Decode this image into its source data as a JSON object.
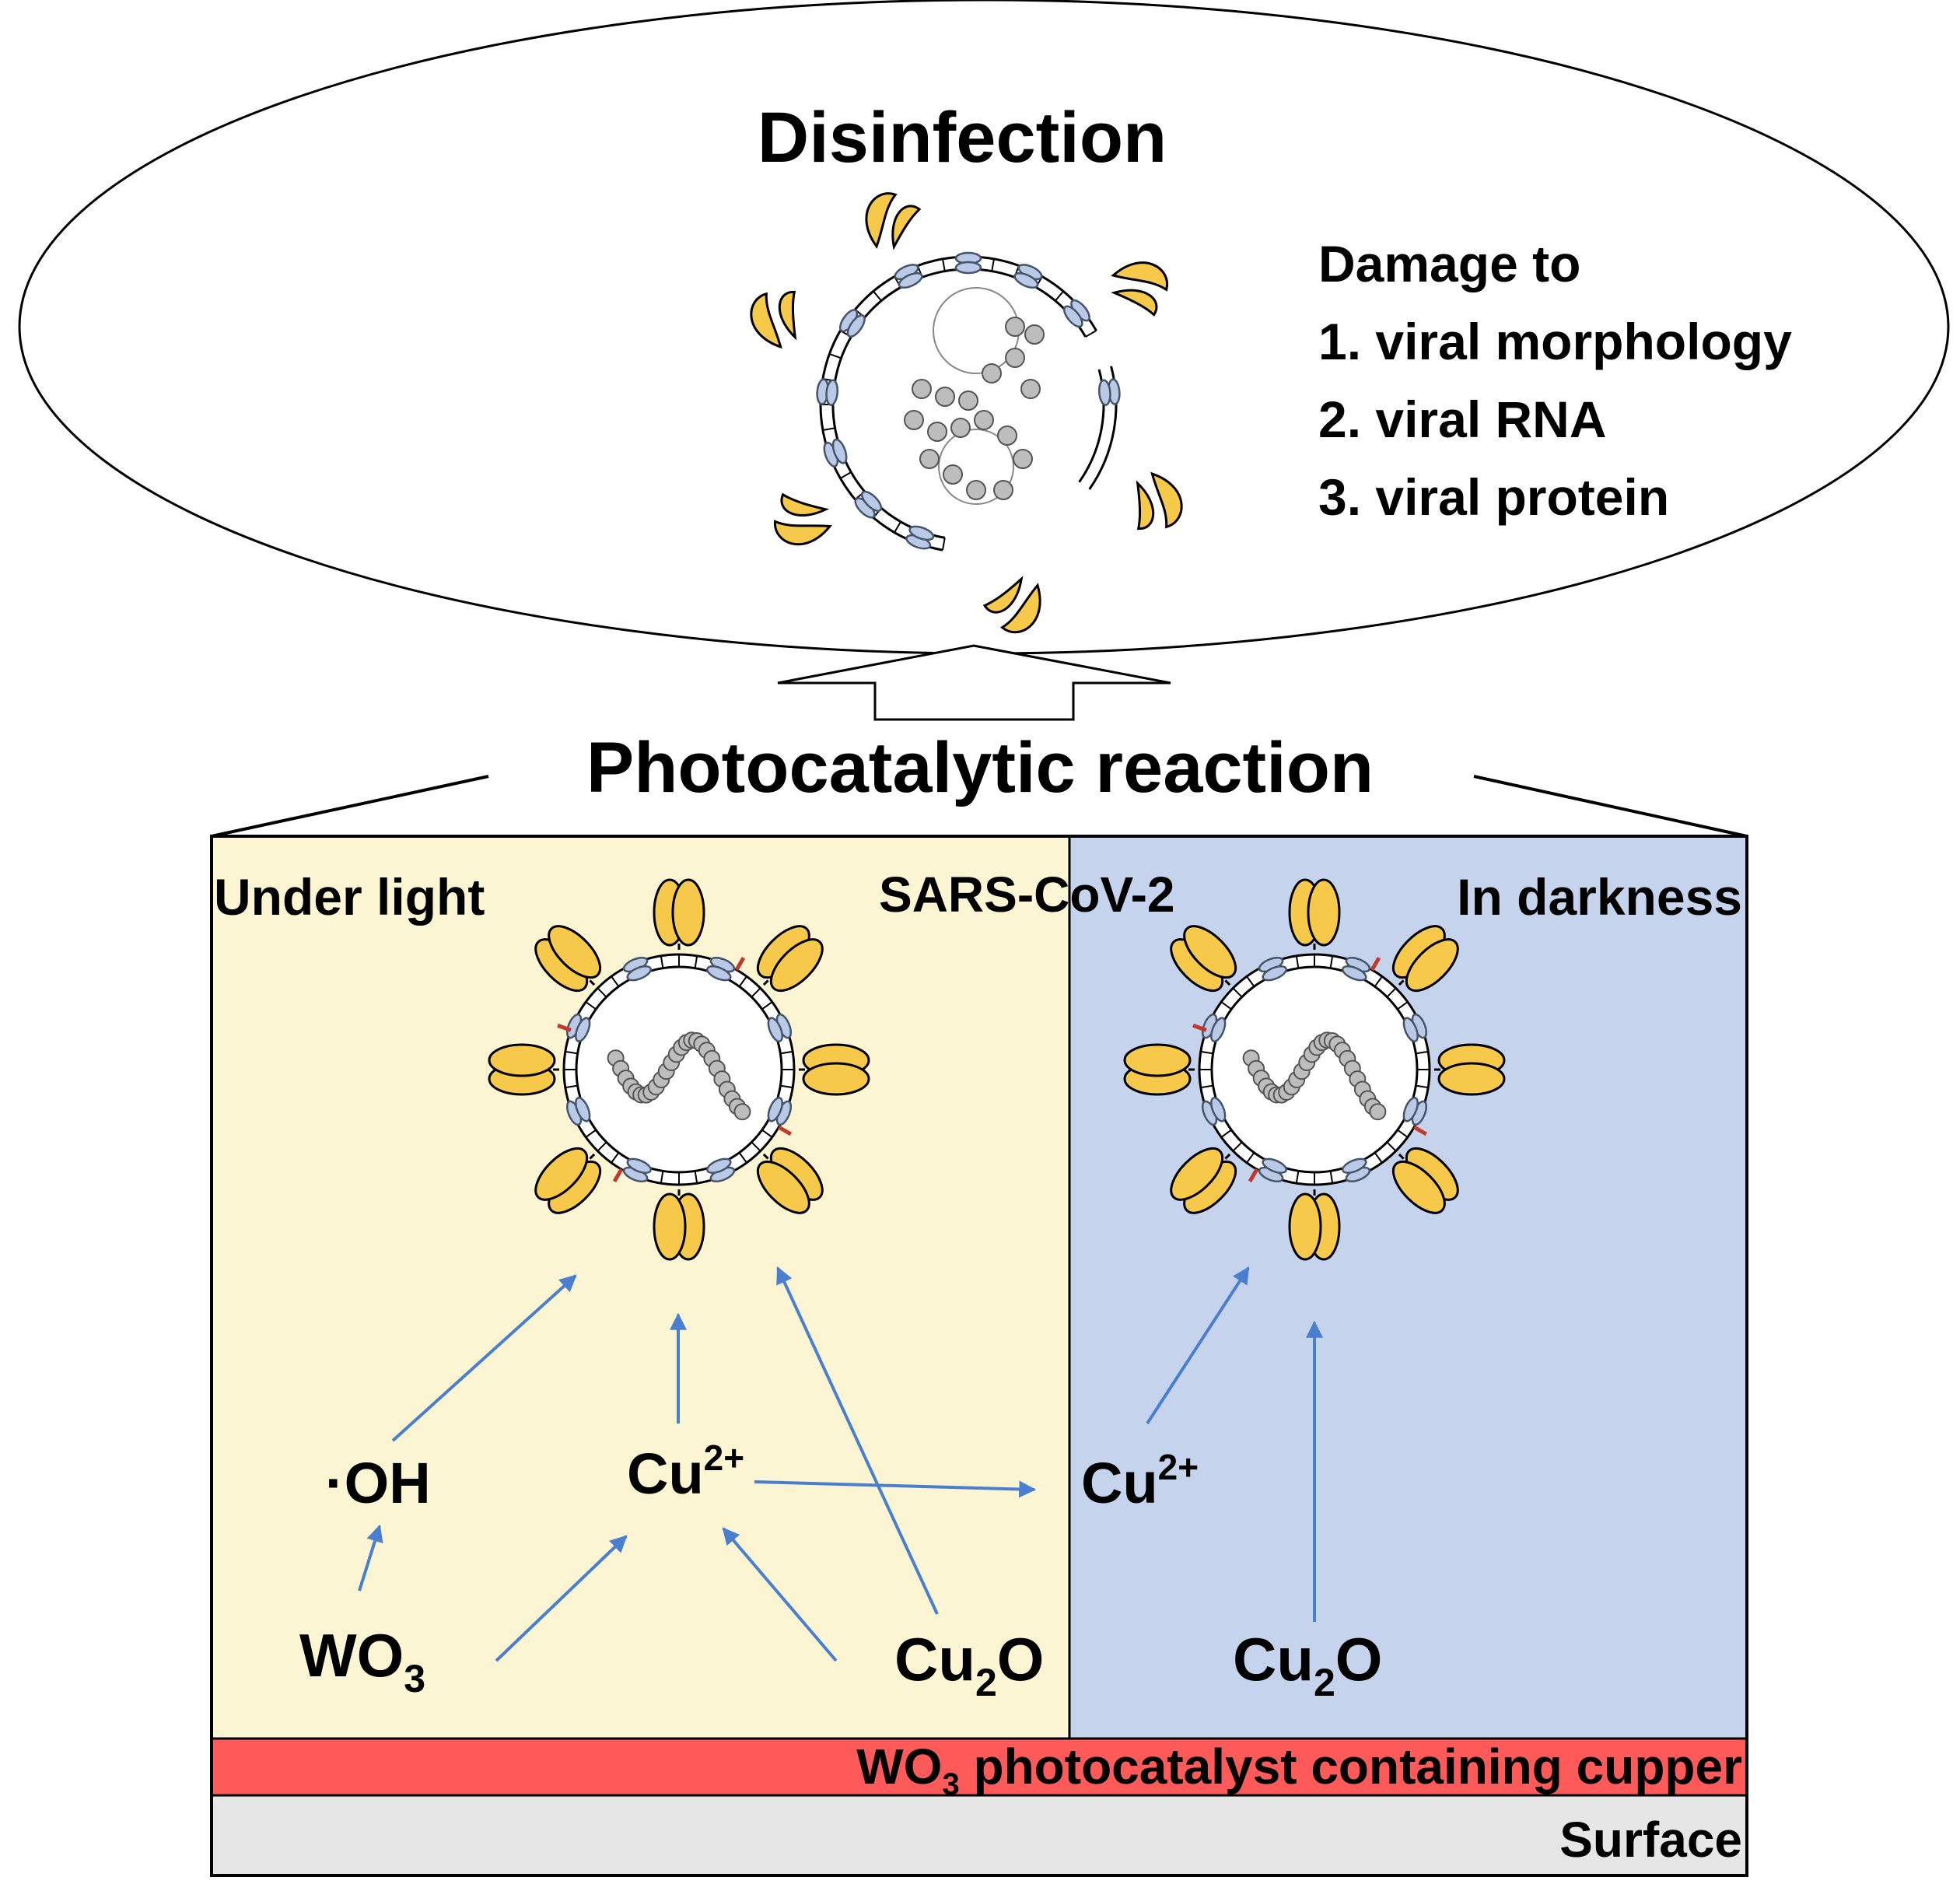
{
  "disinfection": {
    "title": "Disinfection",
    "damage_heading": "Damage to",
    "damage_items": [
      "1. viral morphology",
      "2. viral RNA",
      "3. viral protein"
    ]
  },
  "reaction": {
    "title": "Photocatalytic reaction"
  },
  "panels": {
    "light_label": "Under light",
    "dark_label": "In darkness",
    "virus_label": "SARS-CoV-2"
  },
  "species": {
    "oh": "·OH",
    "cu_base": "Cu",
    "cu_sup": "2+",
    "wo_base": "WO",
    "wo_sub": "3",
    "cu2o_base": "Cu",
    "cu2o_sub": "2",
    "cu2o_tail": "O"
  },
  "layers": {
    "catalyst_base": "WO",
    "catalyst_sub": "3",
    "catalyst_rest": " photocatalyst containing  cupper",
    "surface": "Surface"
  },
  "colors": {
    "light_panel": "#fcf5d3",
    "dark_panel": "#c5d3ec",
    "catalyst_layer": "#ff5a5a",
    "surface_layer": "#e6e6e6",
    "arrow": "#4a7fd0",
    "spike": "#f6c94a",
    "membrane_protein": "#b9c9e6",
    "rna_bead": "#bdbdbd"
  }
}
